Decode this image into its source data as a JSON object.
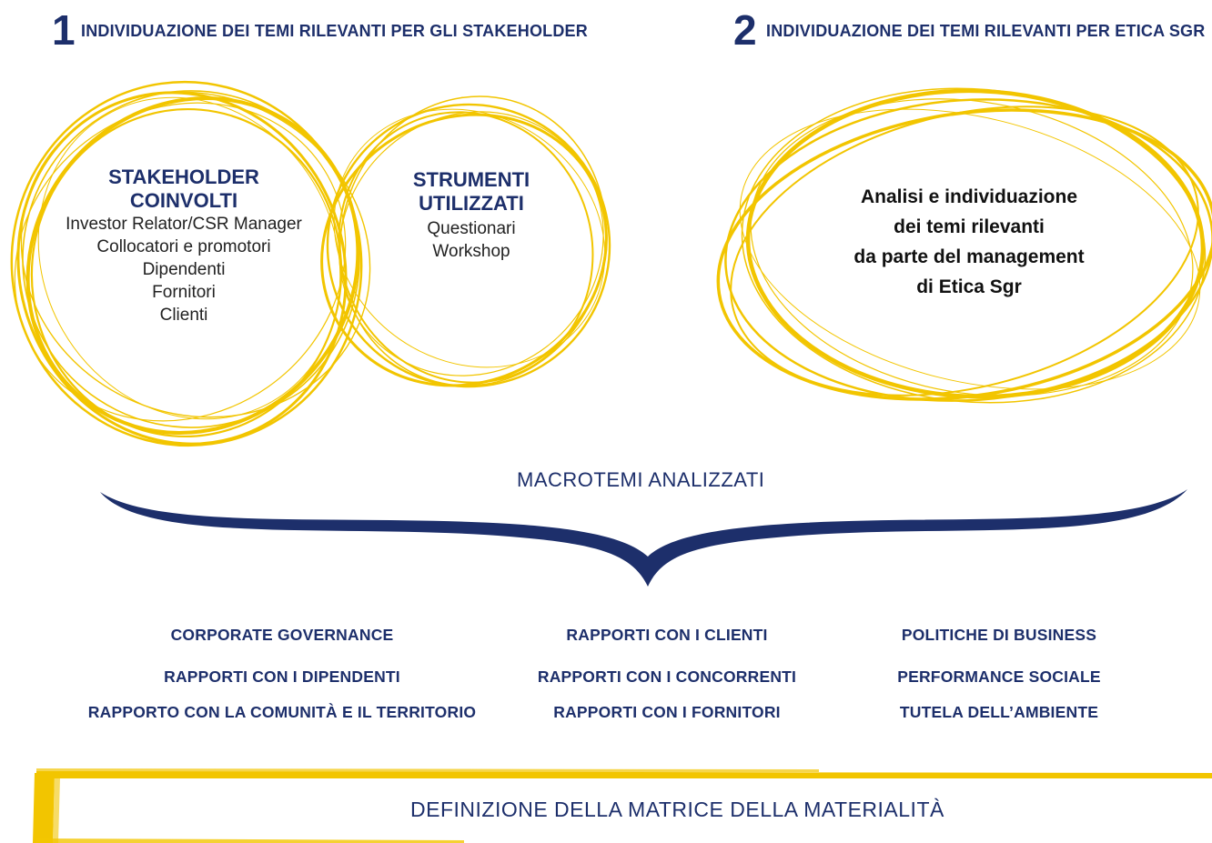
{
  "step1": {
    "number": "1",
    "title": "INDIVIDUAZIONE DEI TEMI RILEVANTI PER GLI STAKEHOLDER"
  },
  "step2": {
    "number": "2",
    "title": "INDIVIDUAZIONE DEI TEMI RILEVANTI PER ETICA SGR"
  },
  "stakeholder_circle": {
    "heading_line1": "STAKEHOLDER",
    "heading_line2": "COINVOLTI",
    "items": [
      "Investor Relator/CSR Manager",
      "Collocatori e promotori",
      "Dipendenti",
      "Fornitori",
      "Clienti"
    ]
  },
  "tools_circle": {
    "heading_line1": "STRUMENTI",
    "heading_line2": "UTILIZZATI",
    "items": [
      "Questionari",
      "Workshop"
    ]
  },
  "management_circle": {
    "lines": [
      "Analisi e individuazione",
      "dei temi rilevanti",
      "da parte del management",
      "di Etica Sgr"
    ]
  },
  "macrotemi": {
    "title": "MACROTEMI ANALIZZATI",
    "columns": [
      [
        "CORPORATE GOVERNANCE",
        "RAPPORTI CON I DIPENDENTI",
        "RAPPORTO CON LA COMUNITÀ E IL TERRITORIO"
      ],
      [
        "RAPPORTI CON I CLIENTI",
        "RAPPORTI CON I CONCORRENTI",
        "RAPPORTI CON I FORNITORI"
      ],
      [
        "POLITICHE DI BUSINESS",
        "PERFORMANCE SOCIALE",
        "TUTELA DELL’AMBIENTE"
      ]
    ]
  },
  "bottom": {
    "title": "DEFINIZIONE DELLA MATRICE DELLA MATERIALITÀ"
  },
  "colors": {
    "navy": "#1d2f6b",
    "yellow": "#f2c500",
    "text": "#222222"
  }
}
